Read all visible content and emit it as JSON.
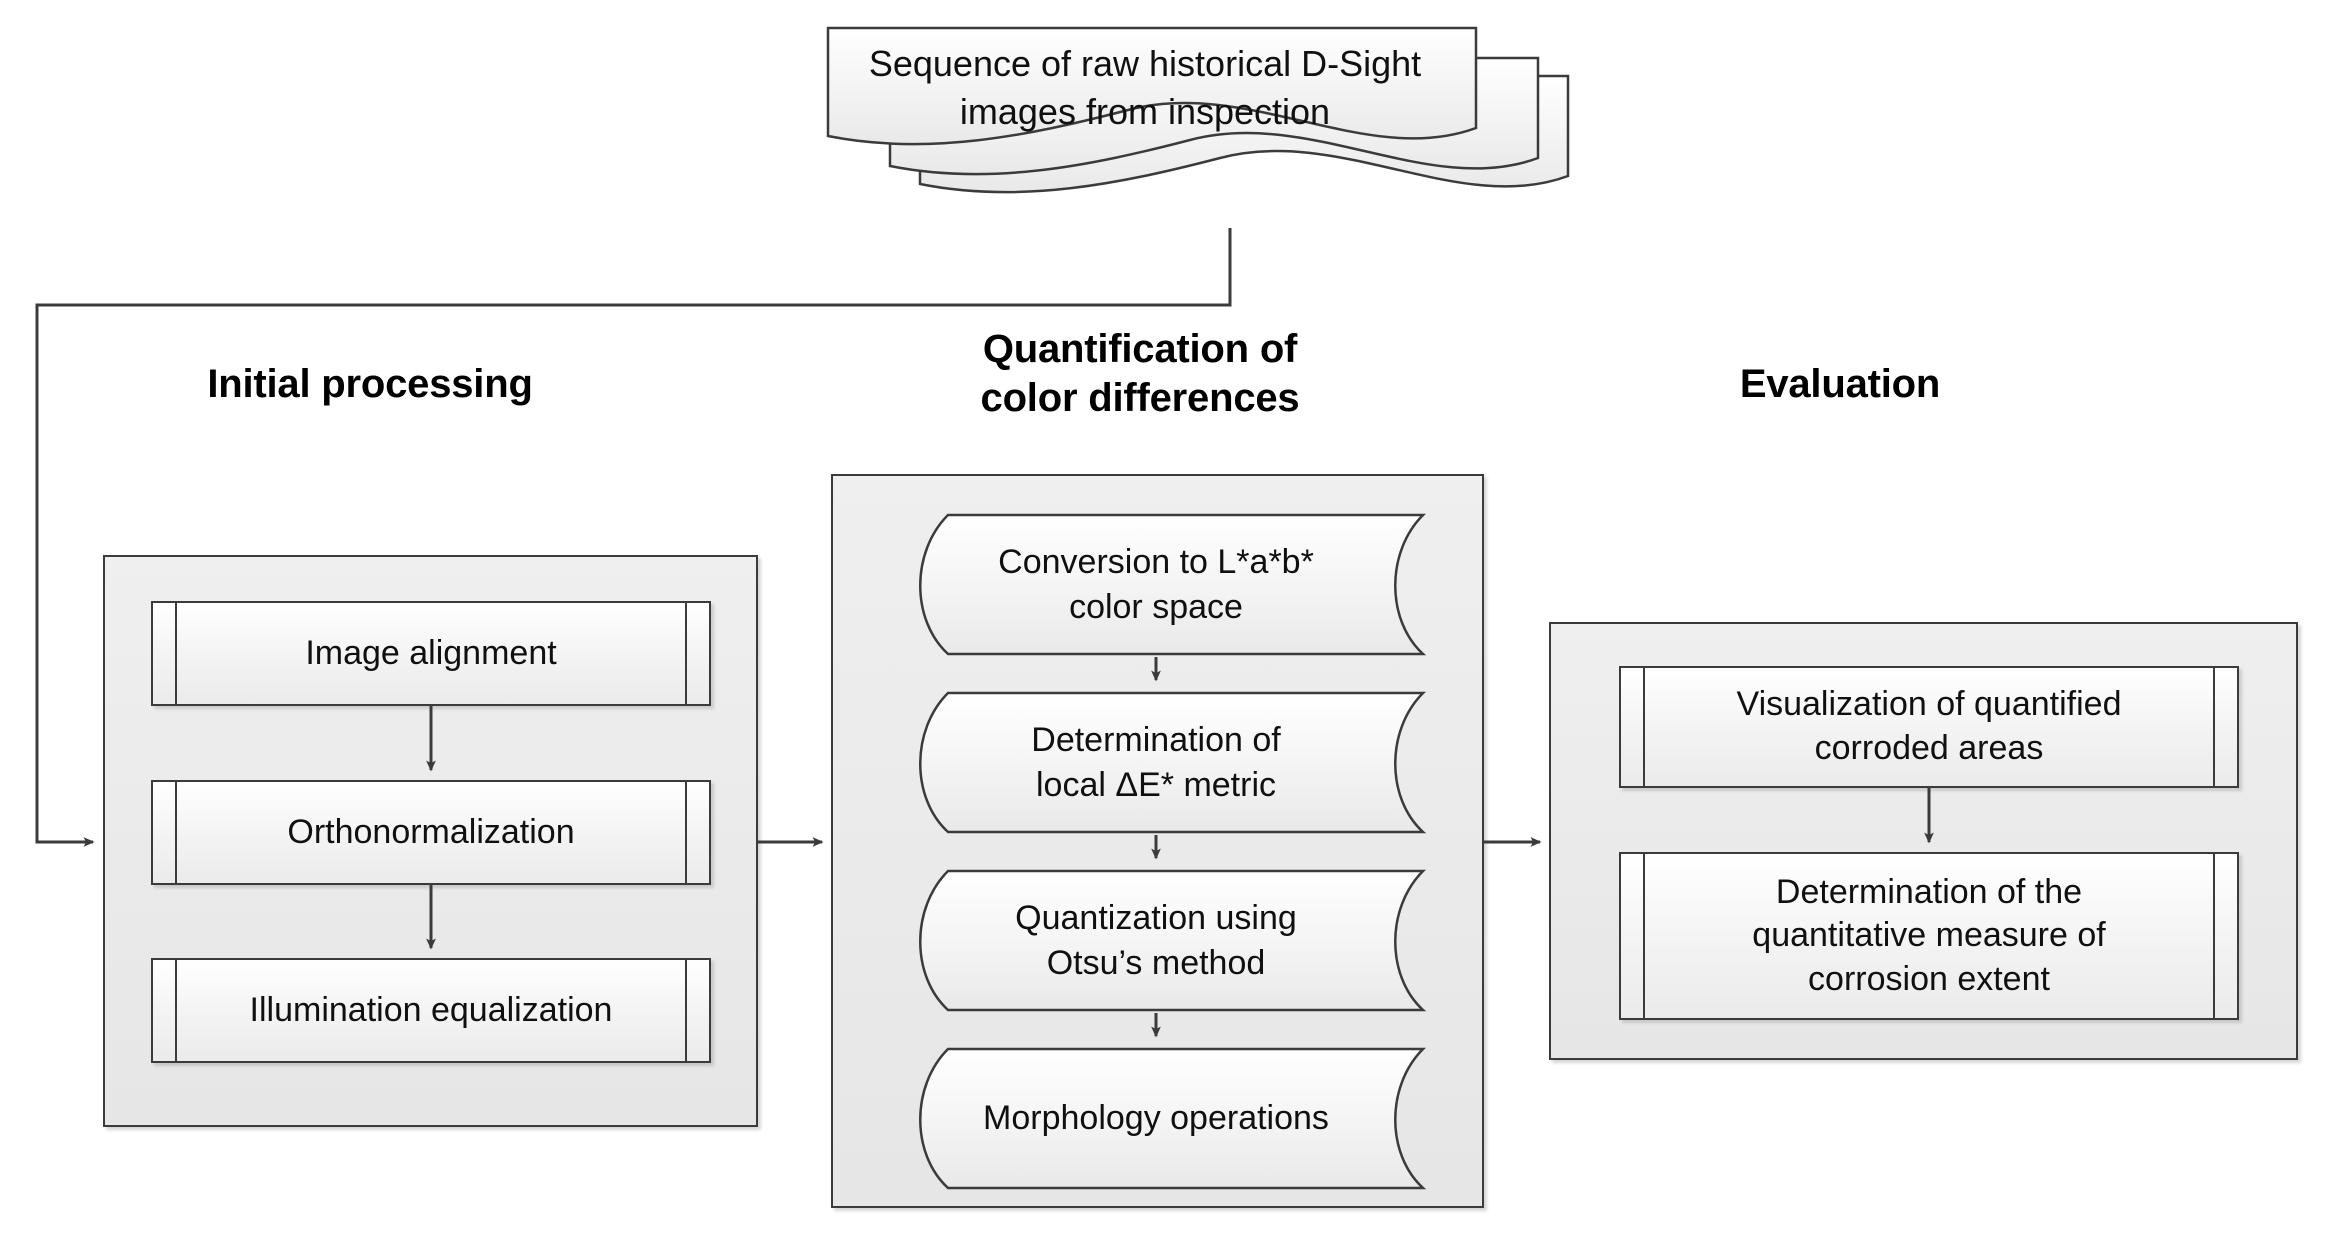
{
  "diagram": {
    "title": "Corrosion quantification workflow from D-Sight images",
    "source_node": {
      "label": "Sequence of raw historical D-Sight\nimages from inspection",
      "shape": "multi-document",
      "icon": "document-stack-icon"
    },
    "sections": [
      {
        "id": "initial-processing",
        "heading": "Initial processing",
        "shape": "predefined-process",
        "steps": [
          {
            "label": "Image alignment"
          },
          {
            "label": "Orthonormalization"
          },
          {
            "label": "Illumination equalization"
          }
        ]
      },
      {
        "id": "quantification-of-color-differences",
        "heading": "Quantification of\ncolor differences",
        "shape": "stored-data",
        "steps": [
          {
            "label": "Conversion to L*a*b*\ncolor space"
          },
          {
            "label": "Determination of\nlocal ΔE* metric"
          },
          {
            "label": "Quantization using\nOtsu’s method"
          },
          {
            "label": "Morphology operations"
          }
        ]
      },
      {
        "id": "evaluation",
        "heading": "Evaluation",
        "shape": "predefined-process",
        "steps": [
          {
            "label": "Visualization of quantified\ncorroded areas"
          },
          {
            "label": "Determination of the\nquantitative measure of\ncorrosion extent"
          }
        ]
      }
    ],
    "colors": {
      "background": "#ffffff",
      "group_fill": "#e9e9e9",
      "node_fill": "#f5f5f5",
      "stroke": "#3b3b3b",
      "text": "#101010"
    },
    "connectors": [
      {
        "from": "source_node",
        "to": "initial-processing",
        "style": "elbow-arrow"
      },
      {
        "from": "initial-processing.image-alignment",
        "to": "initial-processing.orthonormalization",
        "style": "straight-arrow"
      },
      {
        "from": "initial-processing.orthonormalization",
        "to": "initial-processing.illumination-equalization",
        "style": "straight-arrow"
      },
      {
        "from": "initial-processing",
        "to": "quantification-of-color-differences",
        "style": "straight-arrow"
      },
      {
        "from": "quantification.conversion",
        "to": "quantification.determination",
        "style": "straight-arrow"
      },
      {
        "from": "quantification.determination",
        "to": "quantification.quantization",
        "style": "straight-arrow"
      },
      {
        "from": "quantification.quantization",
        "to": "quantification.morphology",
        "style": "straight-arrow"
      },
      {
        "from": "quantification-of-color-differences",
        "to": "evaluation",
        "style": "straight-arrow"
      },
      {
        "from": "evaluation.visualization",
        "to": "evaluation.determination",
        "style": "straight-arrow"
      }
    ]
  }
}
